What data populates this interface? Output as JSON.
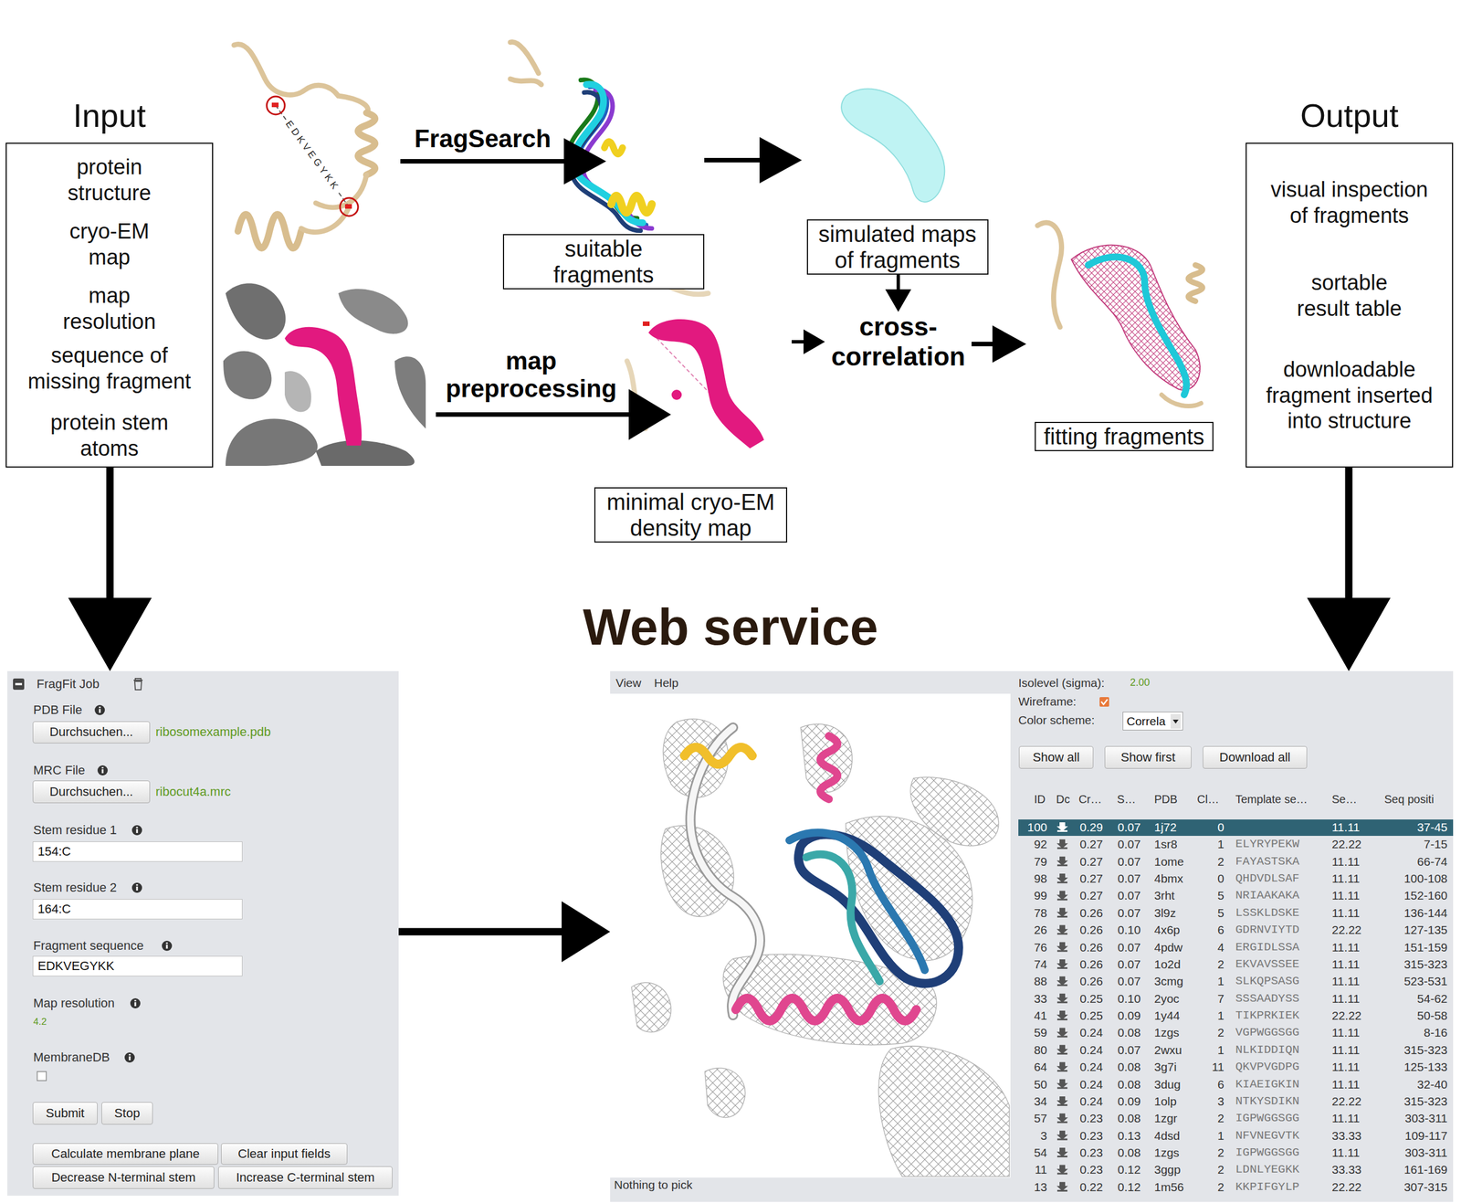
{
  "diagram": {
    "title": "Algorithm",
    "nodes": [
      {
        "text": [
          "Input",
          "protein structure",
          "cryo-EM map",
          "map resolution",
          "sequence of missing fragment",
          "protein stem atoms"
        ]
      },
      {
        "text": [
          "suitable fragments"
        ]
      },
      {
        "text": [
          "simulated maps of fragments"
        ]
      },
      {
        "text": [
          "Output",
          "visual inspection of fragments",
          "sortable result table",
          "downloadable fragment inserted into structure"
        ]
      },
      {
        "text": [
          "cross-correlation"
        ]
      },
      {
        "text": [
          "fitting fragments"
        ]
      },
      {
        "text": [
          "minimal cryo-EM density map"
        ]
      },
      {
        "text": [
          "FragFit Job",
          "PDB File",
          "ribosomexample.pdb",
          "MRC File",
          "ribocut4a.mrc",
          "Stem residue 1",
          "Stem residue 2",
          "Fragment sequence",
          "Map resolution",
          "4.2",
          "MembraneDB"
        ]
      },
      {
        "text": [
          "Durchsuchen..."
        ],
        "in": 7
      },
      {
        "text": [
          "Durchsuchen..."
        ],
        "in": 7
      },
      {
        "text": [
          "154:C"
        ],
        "in": 7
      },
      {
        "text": [
          "164:C"
        ],
        "in": 7
      },
      {
        "text": [
          "EDKVEGYKK"
        ],
        "in": 7
      },
      {
        "text": [
          "Submit"
        ],
        "in": 7
      },
      {
        "text": [
          "Stop"
        ],
        "in": 7
      },
      {
        "text": [
          "Calculate membrane plane"
        ],
        "in": 7
      },
      {
        "text": [
          "Clear input fields"
        ],
        "in": 7
      },
      {
        "text": [
          "Decrease N-terminal stem"
        ],
        "in": 7
      },
      {
        "text": [
          "Increase C-terminal stem"
        ],
        "in": 7
      },
      {
        "text": [
          "View",
          "Help",
          "Isolevel (sigma):",
          "2.00",
          "Wireframe:",
          "Color scheme:",
          "Nothing to pick"
        ]
      },
      {
        "text": [
          "Correla"
        ],
        "in": 19
      },
      {
        "text": [
          "Show all"
        ],
        "in": 19
      },
      {
        "text": [
          "Show first"
        ],
        "in": 19
      },
      {
        "text": [
          "Download all"
        ],
        "in": 19
      }
    ],
    "edges": [
      {
        "from": 1,
        "to": 2,
        "arrow": "to"
      },
      {
        "from": 2,
        "to": 4,
        "arrow": "to"
      },
      {
        "from": 6,
        "to": 4,
        "arrow": "to"
      },
      {
        "from": 4,
        "to": 5,
        "arrow": "to"
      },
      {
        "from": 0,
        "to": 7,
        "arrow": "to"
      },
      {
        "from": 7,
        "to": 19,
        "arrow": "to"
      },
      {
        "from": 3,
        "to": 19,
        "arrow": "to"
      }
    ],
    "labels": [
      "FragSearch",
      "map preprocessing",
      "EDKVEGYKK",
      "Web service",
      "ID",
      "Dc",
      "Cr…",
      "S…",
      "PDB",
      "Cl…",
      "Template se…",
      "Se…",
      "Seq positi",
      "100",
      "0.29",
      "0.07",
      "1j72",
      "0",
      "11.11",
      "37-45",
      "92",
      "0.27",
      "0.07",
      "1sr8",
      "1",
      "ELYRYPEKW",
      "22.22",
      "7-15",
      "79",
      "0.27",
      "0.07",
      "1ome",
      "2",
      "FAYASTSKA",
      "11.11",
      "66-74",
      "98",
      "0.27",
      "0.07",
      "4bmx",
      "0",
      "QHDVDLSAF",
      "11.11",
      "100-108",
      "99",
      "0.27",
      "0.07",
      "3rht",
      "5",
      "NRIAAKAKA",
      "11.11",
      "152-160",
      "78",
      "0.26",
      "0.07",
      "3l9z",
      "5",
      "LSSKLDSKE",
      "11.11",
      "136-144",
      "26",
      "0.26",
      "0.10",
      "4x6p",
      "6",
      "GDRNVIYTD",
      "22.22",
      "127-135",
      "76",
      "0.26",
      "0.07",
      "4pdw",
      "4",
      "ERGIDLSSA",
      "11.11",
      "151-159",
      "74",
      "0.26",
      "0.07",
      "1o2d",
      "2",
      "EKVAVSSEE",
      "11.11",
      "315-323",
      "88",
      "0.26",
      "0.07",
      "3cmg",
      "1",
      "SLKQPSASG",
      "11.11",
      "523-531",
      "33",
      "0.25",
      "0.10",
      "2yoc",
      "7",
      "SSSAADYSS",
      "11.11",
      "54-62",
      "41",
      "0.25",
      "0.09",
      "1y44",
      "1",
      "TIKPRKIEK",
      "22.22",
      "50-58",
      "59",
      "0.24",
      "0.08",
      "1zgs",
      "2",
      "VGPWGGSGG",
      "11.11",
      "8-16",
      "80",
      "0.24",
      "0.07",
      "2wxu",
      "1",
      "NLKIDDIQN",
      "11.11",
      "315-323",
      "64",
      "0.24",
      "0.08",
      "3g7i",
      "11",
      "QKVPVGDPG",
      "11.11",
      "125-133",
      "50",
      "0.24",
      "0.08",
      "3dug",
      "6",
      "KIAEIGKIN",
      "11.11",
      "32-40",
      "34",
      "0.24",
      "0.09",
      "1olp",
      "3",
      "NTKYSDIKN",
      "22.22",
      "315-323",
      "57",
      "0.23",
      "0.08",
      "1zgr",
      "2",
      "IGPWGGSGG",
      "11.11",
      "303-311",
      "3",
      "0.23",
      "0.13",
      "4dsd",
      "1",
      "NFVNEGVTK",
      "33.33",
      "109-117",
      "54",
      "0.23",
      "0.08",
      "1zgs",
      "2",
      "IGPWGGSGG",
      "11.11",
      "303-311",
      "11",
      "0.23",
      "0.12",
      "3ggp",
      "2",
      "LDNLYEGKK",
      "33.33",
      "161-169",
      "13",
      "0.22",
      "0.12",
      "1m56",
      "2",
      "KKPIFGYLP",
      "22.22",
      "307-315"
    ]
  }
}
